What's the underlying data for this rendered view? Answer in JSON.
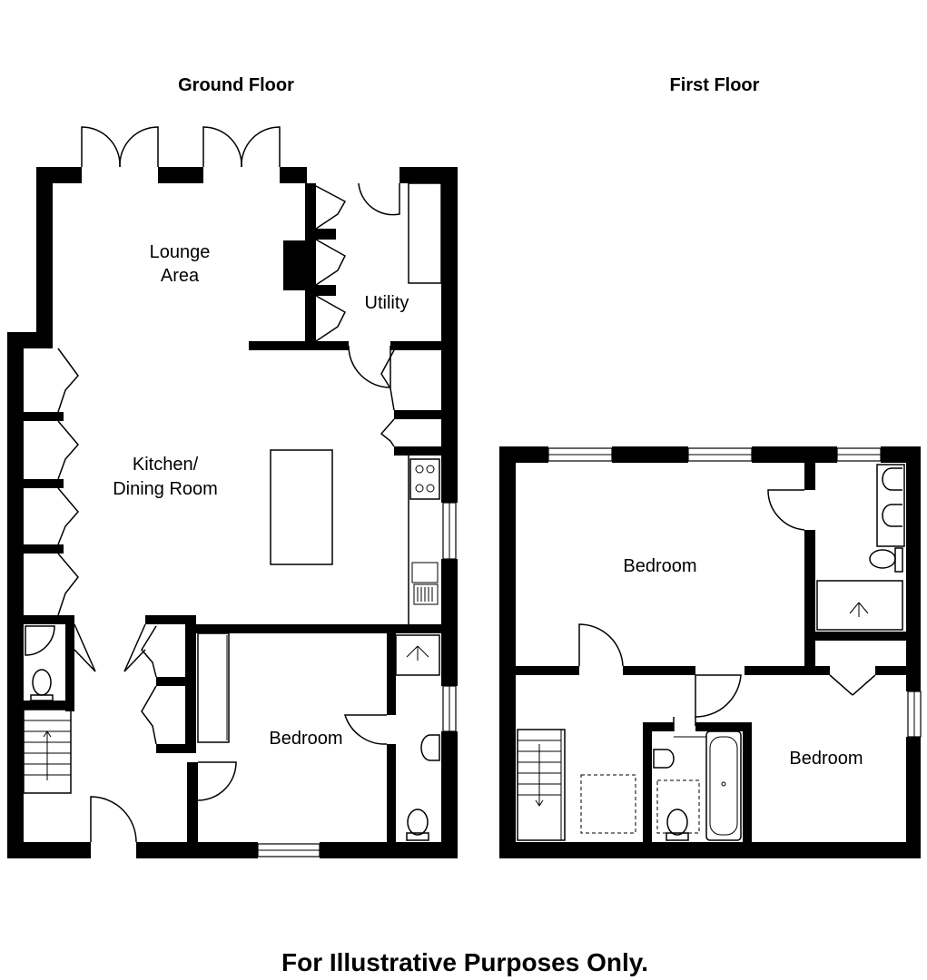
{
  "headings": {
    "ground_floor": "Ground Floor",
    "first_floor": "First Floor"
  },
  "ground_rooms": {
    "lounge_line1": "Lounge",
    "lounge_line2": "Area",
    "utility": "Utility",
    "kitchen_line1": "Kitchen/",
    "kitchen_line2": "Dining Room",
    "bedroom": "Bedroom"
  },
  "first_rooms": {
    "bedroom_top": "Bedroom",
    "bedroom_right": "Bedroom"
  },
  "footer": "For Illustrative Purposes Only."
}
